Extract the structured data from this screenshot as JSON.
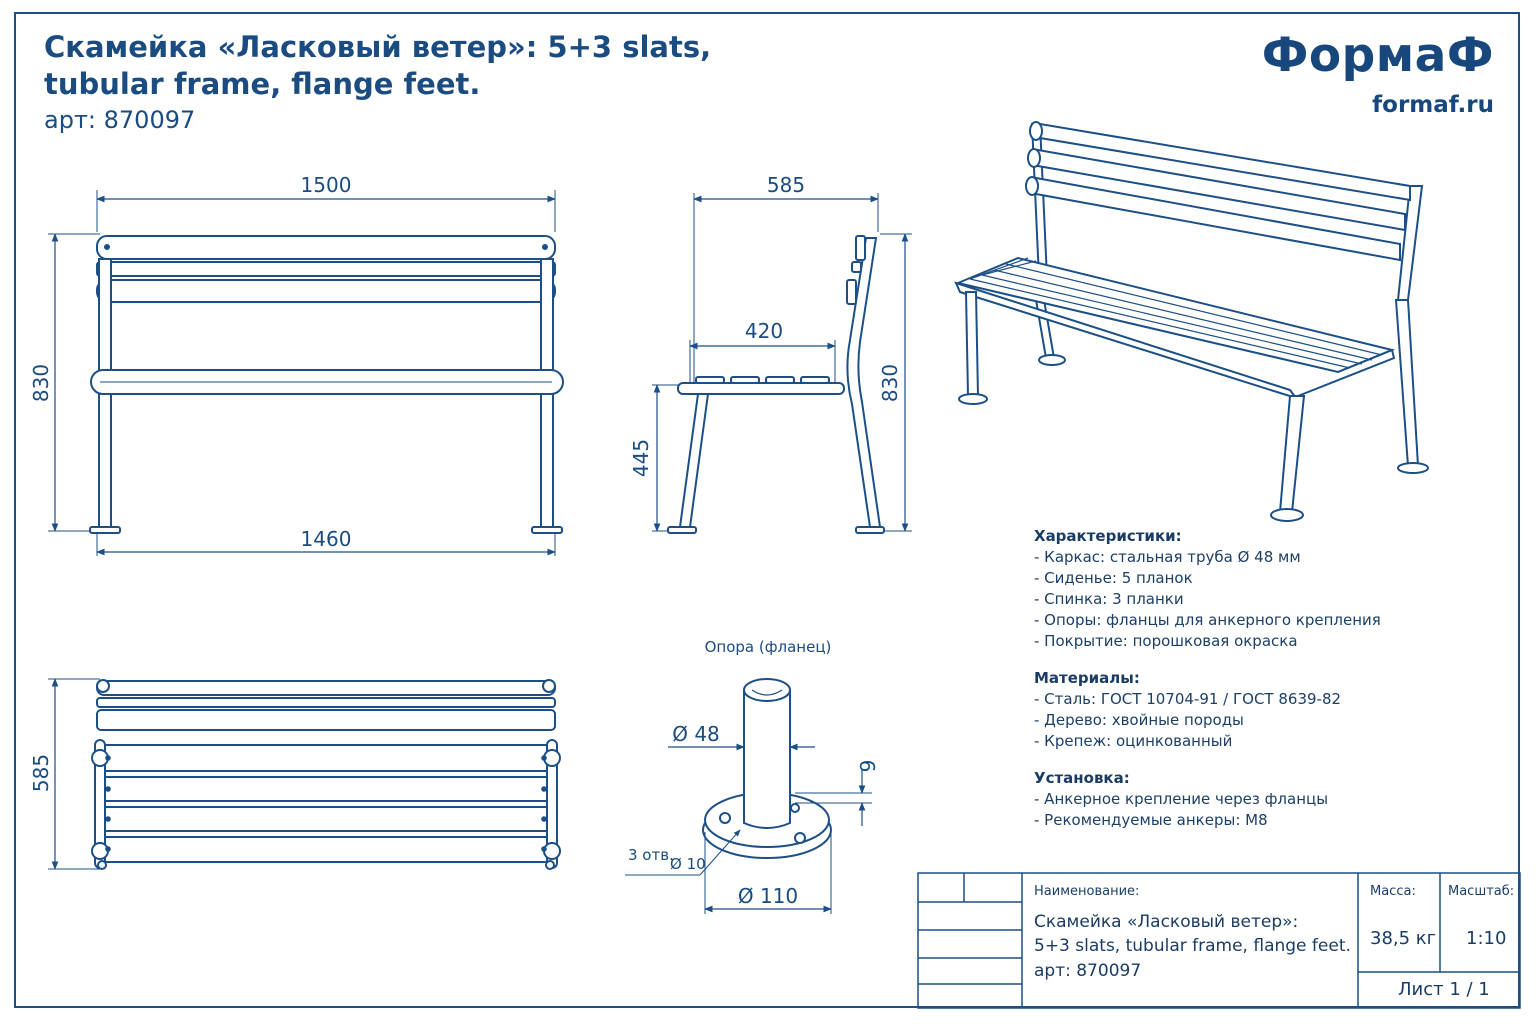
{
  "header": {
    "title_line1": "Скамейка «Ласковый ветер»: 5+3 slats,",
    "title_line2": "tubular frame, flange feet.",
    "article": "арт: 870097"
  },
  "brand": {
    "logo": "ФормаФ",
    "site": "formaf.ru"
  },
  "front_view": {
    "width_top": "1500",
    "height": "830",
    "width_bottom": "1460"
  },
  "side_view": {
    "depth": "585",
    "seat_depth": "420",
    "seat_height": "445",
    "height": "830"
  },
  "top_view": {
    "depth": "585"
  },
  "flange_detail": {
    "title": "Опора (фланец)",
    "pipe_dia": "Ø 48",
    "thickness": "6",
    "holes_label": "3 отв.",
    "holes_dia": "Ø 10",
    "flange_dia": "Ø 110"
  },
  "specs": {
    "characteristics": {
      "heading": "Характеристики:",
      "items": [
        "- Каркас: стальная труба Ø 48 мм",
        "- Сиденье: 5 планок",
        "- Спинка: 3 планки",
        "- Опоры: фланцы для анкерного крепления",
        "- Покрытие: порошковая окраска"
      ]
    },
    "materials": {
      "heading": "Материалы:",
      "items": [
        "- Сталь: ГОСТ 10704-91 / ГОСТ 8639-82",
        "- Дерево: хвойные породы",
        "- Крепеж: оцинкованный"
      ]
    },
    "installation": {
      "heading": "Установка:",
      "items": [
        "- Анкерное крепление через фланцы",
        "- Рекомендуемые анкеры: М8"
      ]
    }
  },
  "title_block": {
    "name_label": "Наименование:",
    "name_line1": "Скамейка «Ласковый ветер»:",
    "name_line2": "5+3 slats, tubular frame, flange feet.",
    "name_line3": "арт: 870097",
    "mass_label": "Масса:",
    "mass_value": "38,5 кг",
    "scale_label": "Масштаб:",
    "scale_value": "1:10",
    "sheet": "Лист 1 / 1"
  },
  "colors": {
    "ink": "#1c4f86",
    "text": "#1a3c63",
    "paper": "#ffffff"
  }
}
